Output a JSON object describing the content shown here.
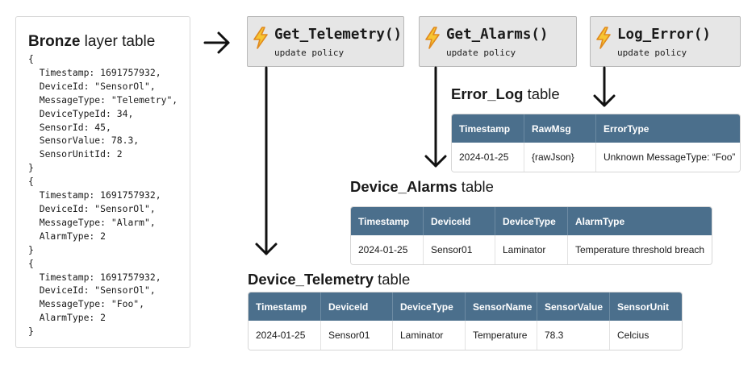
{
  "bronze": {
    "title_bold": "Bronze",
    "title_rest": " layer table",
    "code": "{\n  Timestamp: 1691757932,\n  DeviceId: \"SensorOl\",\n  MessageType: \"Telemetry\",\n  DeviceTypeId: 34,\n  SensorId: 45,\n  SensorValue: 78.3,\n  SensorUnitId: 2\n}\n{\n  Timestamp: 1691757932,\n  DeviceId: \"SensorOl\",\n  MessageType: \"Alarm\",\n  AlarmType: 2\n}\n{\n  Timestamp: 1691757932,\n  DeviceId: \"SensorOl\",\n  MessageType: \"Foo\",\n  AlarmType: 2\n}"
  },
  "functions": [
    {
      "name": "Get_Telemetry()",
      "sub": "update policy",
      "icon": "lightning-icon"
    },
    {
      "name": "Get_Alarms()",
      "sub": "update policy",
      "icon": "lightning-icon"
    },
    {
      "name": "Log_Error()",
      "sub": "update policy",
      "icon": "lightning-icon"
    }
  ],
  "colors": {
    "table_header": "#4b6f8c",
    "function_box": "#e6e6e6",
    "bolt_fill": "#f7c531",
    "bolt_stroke": "#e08a1e"
  },
  "tables": {
    "error_log": {
      "title_bold": "Error_Log",
      "title_rest": " table",
      "headers": [
        "Timestamp",
        "RawMsg",
        "ErrorType"
      ],
      "rows": [
        [
          "2024-01-25",
          "{rawJson}",
          "Unknown MessageType: “Foo”"
        ]
      ]
    },
    "device_alarms": {
      "title_bold": "Device_Alarms",
      "title_rest": " table",
      "headers": [
        "Timestamp",
        "DeviceId",
        "DeviceType",
        "AlarmType"
      ],
      "rows": [
        [
          "2024-01-25",
          "Sensor01",
          "Laminator",
          "Temperature threshold breach"
        ]
      ]
    },
    "device_telemetry": {
      "title_bold": "Device_Telemetry",
      "title_rest": " table",
      "headers": [
        "Timestamp",
        "DeviceId",
        "DeviceType",
        "SensorName",
        "SensorValue",
        "SensorUnit"
      ],
      "rows": [
        [
          "2024-01-25",
          "Sensor01",
          "Laminator",
          "Temperature",
          "78.3",
          "Celcius"
        ]
      ]
    }
  }
}
